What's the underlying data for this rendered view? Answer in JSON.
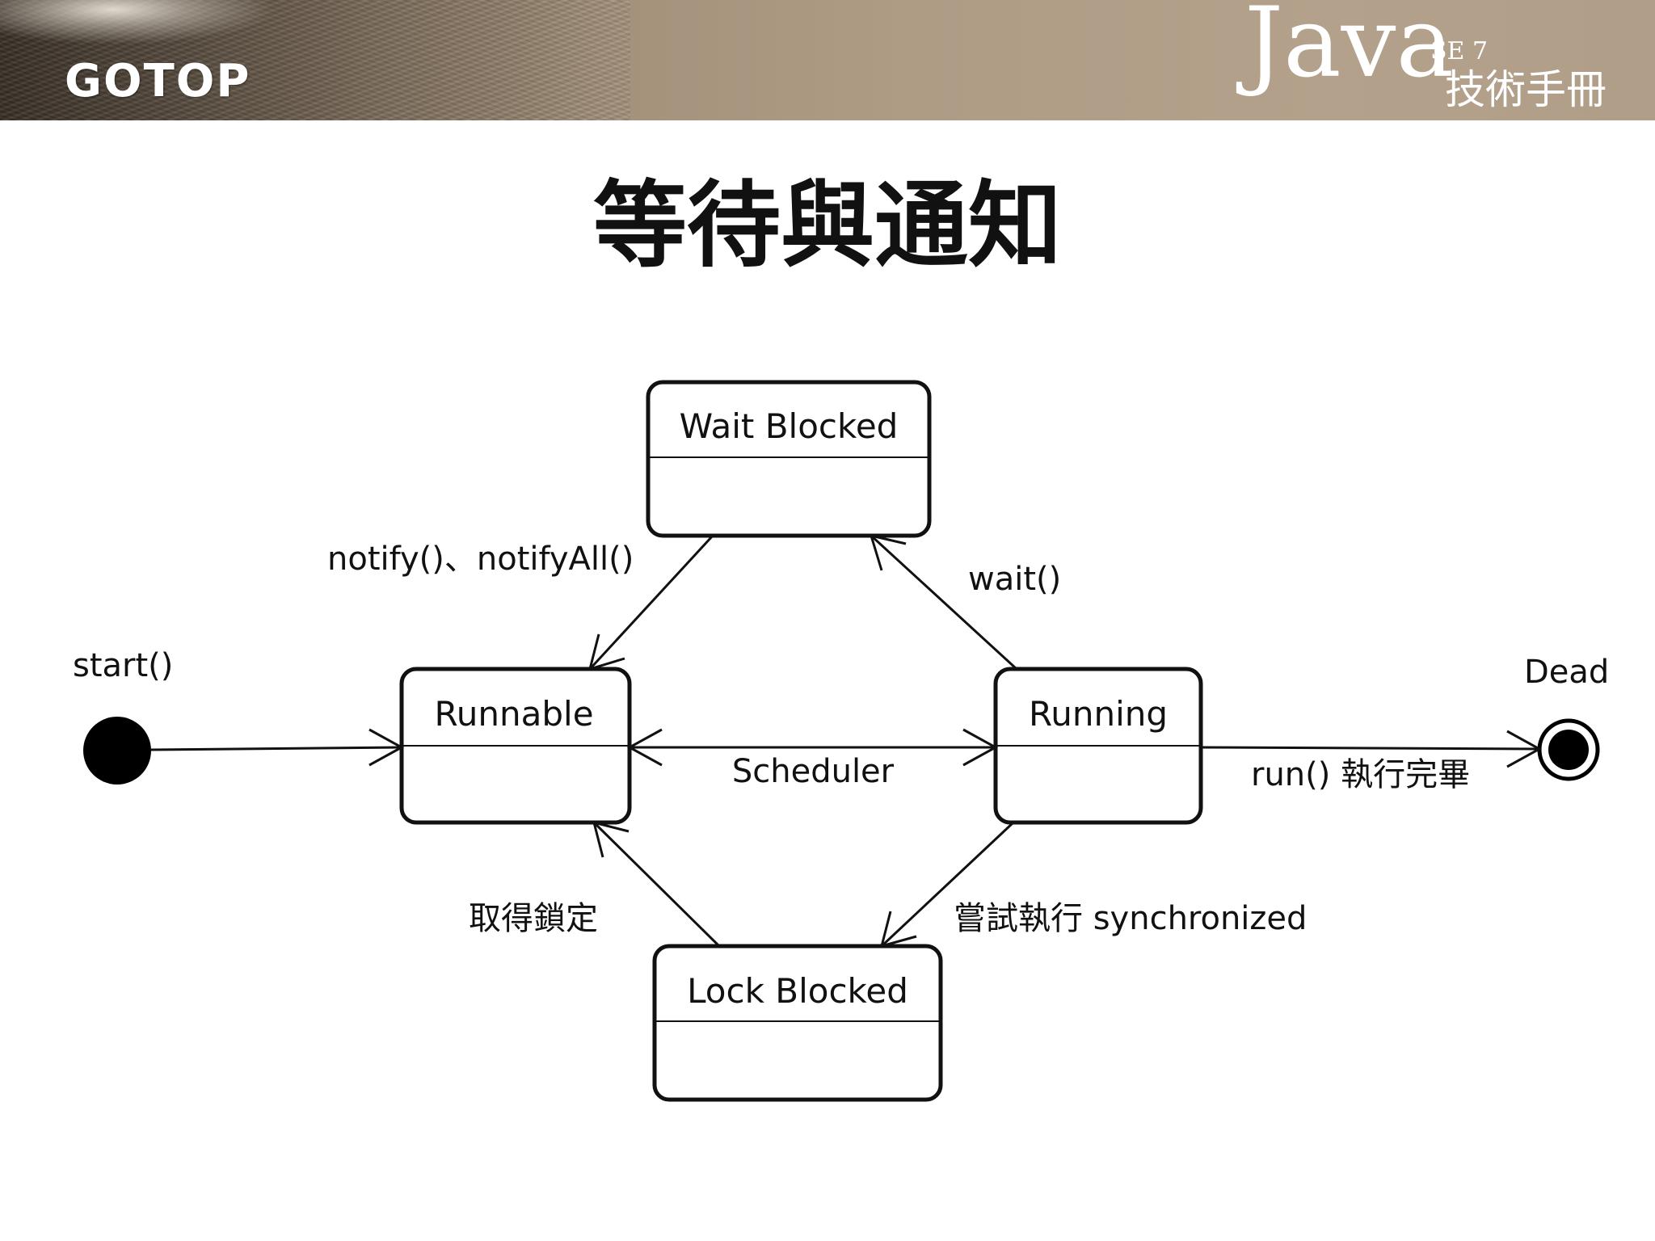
{
  "header": {
    "publisher_logo": "GOTOP",
    "book_brand": "Java",
    "book_edition": "SE 7",
    "book_subtitle": "技術手冊"
  },
  "slide": {
    "title": "等待與通知"
  },
  "diagram": {
    "states": {
      "wait_blocked": "Wait Blocked",
      "runnable": "Runnable",
      "running": "Running",
      "lock_blocked": "Lock Blocked"
    },
    "labels": {
      "start": "start()",
      "dead": "Dead",
      "notify": "notify()、notifyAll()",
      "wait": "wait()",
      "scheduler": "Scheduler",
      "run_done": "run() 執行完畢",
      "acquire_lock": "取得鎖定",
      "try_sync": "嘗試執行 synchronized"
    },
    "transitions": [
      {
        "from": "initial",
        "to": "runnable",
        "label": "start()"
      },
      {
        "from": "runnable",
        "to": "running",
        "label": "Scheduler"
      },
      {
        "from": "running",
        "to": "runnable",
        "label": "Scheduler"
      },
      {
        "from": "running",
        "to": "wait_blocked",
        "label": "wait()"
      },
      {
        "from": "wait_blocked",
        "to": "runnable",
        "label": "notify()、notifyAll()"
      },
      {
        "from": "running",
        "to": "lock_blocked",
        "label": "嘗試執行 synchronized"
      },
      {
        "from": "lock_blocked",
        "to": "runnable",
        "label": "取得鎖定"
      },
      {
        "from": "running",
        "to": "final",
        "label": "run() 執行完畢"
      }
    ]
  }
}
